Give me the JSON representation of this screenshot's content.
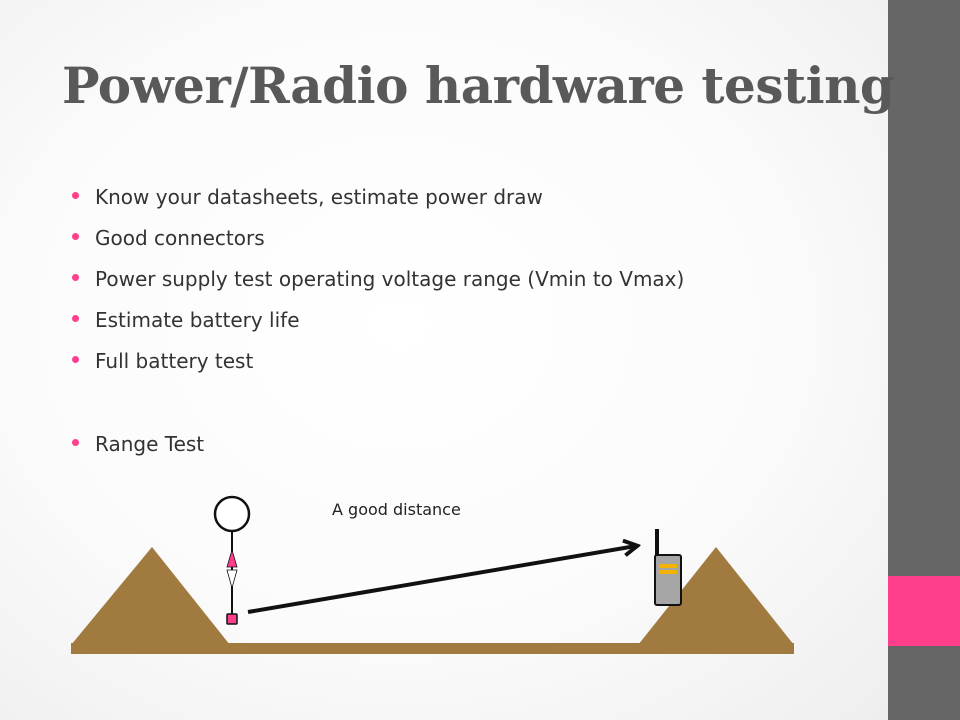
{
  "slide": {
    "title": "Power/Radio hardware testing",
    "bullets": [
      "Know your datasheets, estimate power draw",
      "Good connectors",
      "Power supply test operating voltage range (Vmin to Vmax)",
      "Estimate battery life",
      "Full battery test",
      "Range Test"
    ],
    "diagram": {
      "distance_label": "A good distance"
    }
  },
  "colors": {
    "accent": "#ff3f8c",
    "sidebar": "#666666",
    "ground": "#a17a3f",
    "title_text": "#595959",
    "body_text": "#333333"
  }
}
